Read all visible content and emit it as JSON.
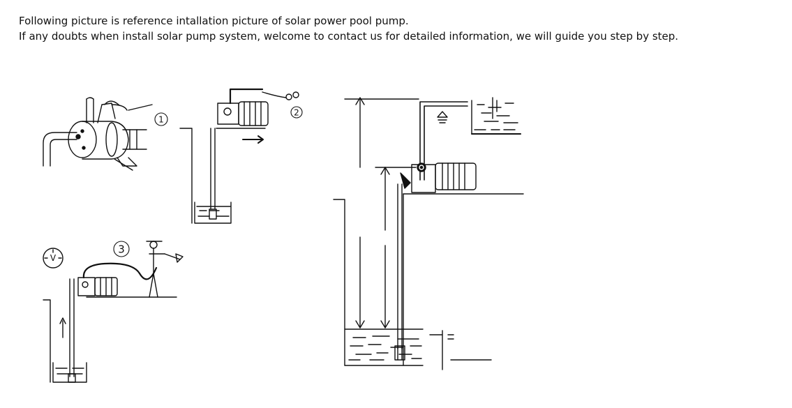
{
  "intro": {
    "line1": "Following picture is reference intallation picture of solar power pool pump.",
    "line2": "If any doubts when install solar pump system, welcome to contact us for detailed information, we will guide you step by step."
  },
  "figures": {
    "step1": {
      "label": "1"
    },
    "step2": {
      "label": "2"
    },
    "step3": {
      "label": "3"
    },
    "gauge": {
      "label": "V"
    }
  }
}
